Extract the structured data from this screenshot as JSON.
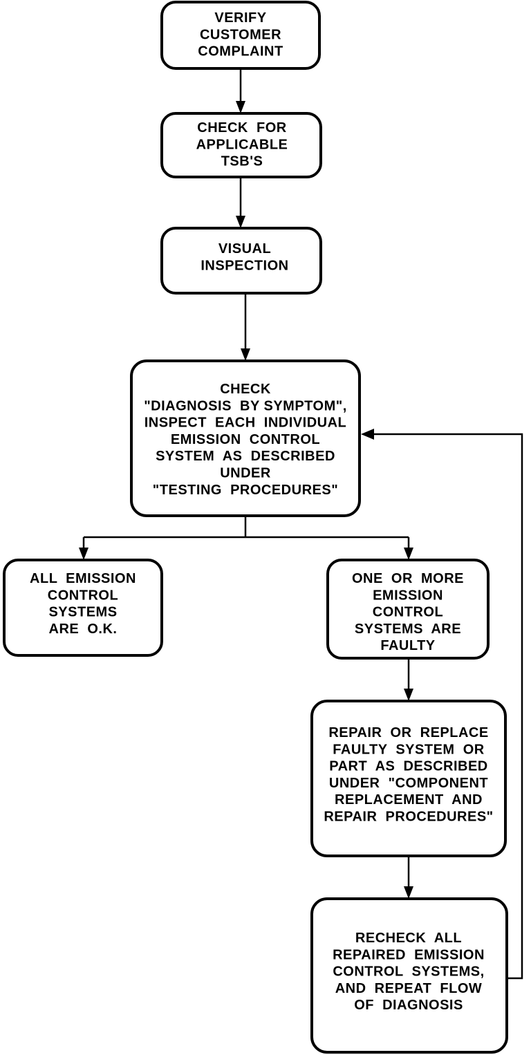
{
  "diagram": {
    "nodes": {
      "verify": {
        "lines": [
          "VERIFY",
          "CUSTOMER",
          "COMPLAINT"
        ]
      },
      "tsb": {
        "lines": [
          "CHECK  FOR",
          "APPLICABLE",
          "TSB'S"
        ]
      },
      "visual": {
        "lines": [
          "VISUAL",
          "INSPECTION"
        ]
      },
      "check": {
        "lines": [
          "CHECK",
          "\"DIAGNOSIS  BY SYMPTOM\",",
          "INSPECT  EACH  INDIVIDUAL",
          "EMISSION  CONTROL",
          "SYSTEM  AS  DESCRIBED",
          "UNDER",
          "\"TESTING  PROCEDURES\""
        ]
      },
      "ok": {
        "lines": [
          "ALL  EMISSION",
          "CONTROL",
          "SYSTEMS",
          "ARE  O.K."
        ]
      },
      "faulty": {
        "lines": [
          "ONE  OR  MORE",
          "EMISSION",
          "CONTROL",
          "SYSTEMS  ARE",
          "FAULTY"
        ]
      },
      "repair": {
        "lines": [
          "REPAIR  OR  REPLACE",
          "FAULTY  SYSTEM  OR",
          "PART  AS  DESCRIBED",
          "UNDER  \"COMPONENT",
          "REPLACEMENT  AND",
          "REPAIR  PROCEDURES\""
        ]
      },
      "recheck": {
        "lines": [
          "RECHECK  ALL",
          "REPAIRED  EMISSION",
          "CONTROL  SYSTEMS,",
          "AND  REPEAT  FLOW",
          "OF  DIAGNOSIS"
        ]
      }
    },
    "edges": [
      {
        "from": "verify",
        "to": "tsb"
      },
      {
        "from": "tsb",
        "to": "visual"
      },
      {
        "from": "visual",
        "to": "check"
      },
      {
        "from": "check",
        "to": "ok"
      },
      {
        "from": "check",
        "to": "faulty"
      },
      {
        "from": "faulty",
        "to": "repair"
      },
      {
        "from": "repair",
        "to": "recheck"
      },
      {
        "from": "recheck",
        "to": "check"
      }
    ]
  }
}
